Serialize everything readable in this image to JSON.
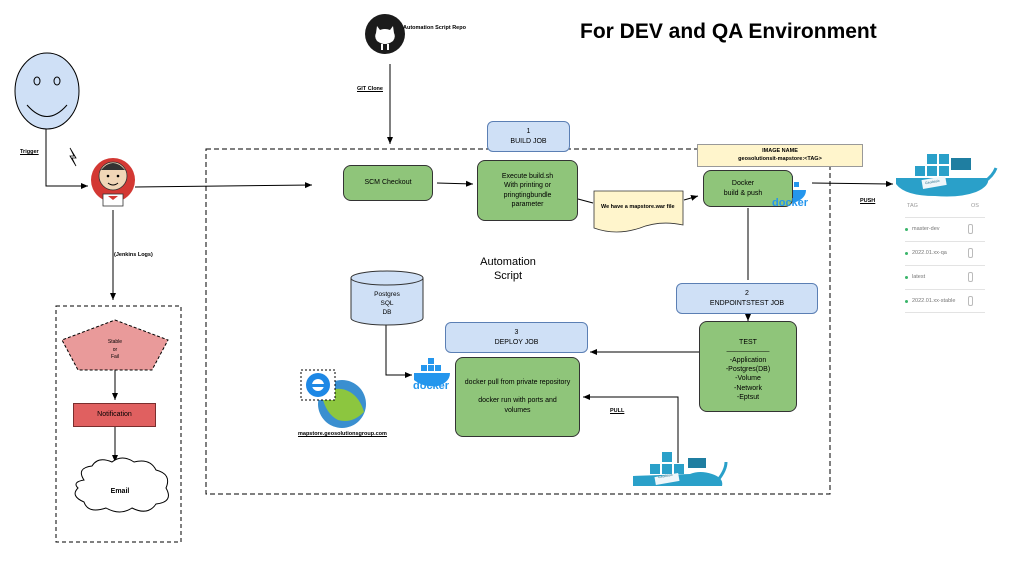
{
  "title": "For DEV and QA Environment",
  "repo": {
    "label": "Automation Script Repo",
    "clone_label": "GIT Clone"
  },
  "trigger": {
    "label": "Trigger",
    "logs_label": "(Jenkins Logs)"
  },
  "jobs": {
    "build": {
      "number": "1",
      "name": "BUILD JOB"
    },
    "endpoints": {
      "number": "2",
      "name": "ENDPOINTSTEST JOB"
    },
    "deploy": {
      "number": "3",
      "name": "DEPLOY JOB"
    }
  },
  "steps": {
    "scm_checkout": "SCM Checkout",
    "execute_build": [
      "Execute build.sh",
      "With printing or",
      "pringtingbundle",
      "parameter"
    ],
    "war_note": "We have a mapstore.war file",
    "docker_build": [
      "Docker",
      "build & push"
    ],
    "deploy": [
      "docker pull from private repository",
      "",
      "docker run with ports and",
      "volumes"
    ]
  },
  "test": {
    "title": "TEST",
    "divider": "___________",
    "items": [
      "-Application",
      "-Postgres(DB)",
      "-Volume",
      "-Network",
      "-Eptsut"
    ]
  },
  "image_name": {
    "label": "IMAGE NAME",
    "value": "geosolutionsit-mapstore:<TAG>"
  },
  "automation_script": [
    "Automation",
    "Script"
  ],
  "db": [
    "Postgres",
    "SQL",
    "DB"
  ],
  "push_label": "PUSH",
  "pull_label": "PULL",
  "docker_text": "docker",
  "whale_tag": "Geodesic",
  "mapstore_url": "mapstore.geosolutionsgroup.com",
  "registry": {
    "header_tag": "TAG",
    "header_os": "OS",
    "tags": [
      "master-dev",
      "2022.01.xx-qa",
      "latest",
      "2022.01.xx-stable"
    ]
  },
  "outcome": {
    "decision": [
      "Stable",
      "or",
      "Fail"
    ],
    "notification": "Notification",
    "email": "Email"
  },
  "colors": {
    "green": "#8fc57a",
    "blue": "#cfe0f6",
    "note": "#fff5cc",
    "red_pentagon": "#e99a9a",
    "notification": "#e06060",
    "docker_blue": "#2496ed"
  }
}
